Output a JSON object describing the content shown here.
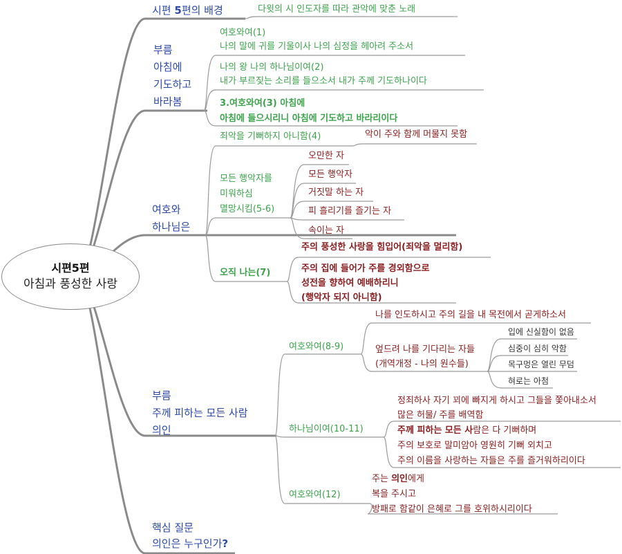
{
  "root": {
    "title": "시편5편",
    "subtitle": "아침과 풍성한 사랑"
  },
  "background": {
    "label_pre": "시편 ",
    "label_bold": "5",
    "label_post": "편의 배경",
    "child": "다윗의 시 인도자를 따라 관악에 맞춘 노래"
  },
  "morning_prayer": {
    "label": [
      "부름",
      "아침에",
      "기도하고",
      "바라봄"
    ],
    "children": [
      {
        "lines": [
          "여호와여(1)",
          "나의 말에 귀를 기울이사 나의 심정을 헤아려 주소서"
        ]
      },
      {
        "lines": [
          "나의 왕 나의 하나님이여(2)",
          "내가 부르짖는 소리를 들으소서 내가 주께 기도하나이다"
        ]
      },
      {
        "lines": [
          "3.여호와여(3) 아침에",
          "아침에 들으시리니 아침에 기도하고 바라리이다"
        ]
      }
    ]
  },
  "lord_god": {
    "label": [
      "여호와",
      "하나님은"
    ],
    "no_delight": {
      "label": "죄악을 기뻐하지 아니함(4)",
      "child": "악이 주와 함께 머물지 못함"
    },
    "hate_evildoers": {
      "label": [
        "모든 행악자를",
        "미워하심",
        "멸망시킴(5-6)"
      ],
      "children": [
        "오만한 자",
        "모든 행악자",
        "거짓말 하는 자",
        "피 흘리기를 즐기는 자",
        "속이는 자"
      ]
    },
    "only_i": {
      "label": "오직 나는(7)",
      "children": [
        {
          "lines": [
            "주의 풍성한 사랑을 힘입어(죄악을 멀리함)"
          ]
        },
        {
          "lines": [
            "주의 집에 들어가 주를 경외함으로",
            "성전을 향하여 예배하리니",
            "(행악자 되지 아니함)"
          ]
        }
      ]
    }
  },
  "refuge": {
    "label": [
      "부름",
      "주께 피하는 모든 사람",
      "의인"
    ],
    "lord_8_9": {
      "label": "여호와여(8-9)",
      "lead": "나를 인도하시고 주의 길을 내 목전에서 곧게하소서",
      "enemies": [
        "엎드려 나를 기다리는 자들",
        "(개역개정 - 나의 원수들)"
      ],
      "enemy_traits": [
        "입에 신실함이 없음",
        "심중이 심히 악함",
        "목구멍은 열린 무덤",
        "혀로는 아첨"
      ]
    },
    "god_10_11": {
      "label": "하나님이여(10-11)",
      "condemn": [
        "정죄하사 자기 꾀에 빠지게 하시고 그들을 쫓아내소서",
        "많은 허물/ 주를 배역함"
      ],
      "rejoice_bold": "주께 피하는 모든 사",
      "rejoice_rest": "람은 다 기뻐하며",
      "rejoice_lines": [
        "주의 보호로 말미암아 영원히 기뻐 외치고",
        "주의 이름을 사랑하는 자들은 주를 즐거워하리이다"
      ]
    },
    "lord_12": {
      "label": "여호와여(12)",
      "line1_pre": "주는 ",
      "line1_bold": "의인",
      "line1_post": "에게",
      "lines": [
        "복을 주시고",
        "방패로 함같이 은혜로 그를 호위하시리이다"
      ]
    }
  },
  "key_question": {
    "label": "핵심 질문",
    "q_pre": "의인은 누구인가",
    "q_bold": "?"
  },
  "colors": {
    "main": "#2b4aa8",
    "green": "#3ba44b",
    "red": "#8a1d1d",
    "line": "#9a9a9a"
  }
}
